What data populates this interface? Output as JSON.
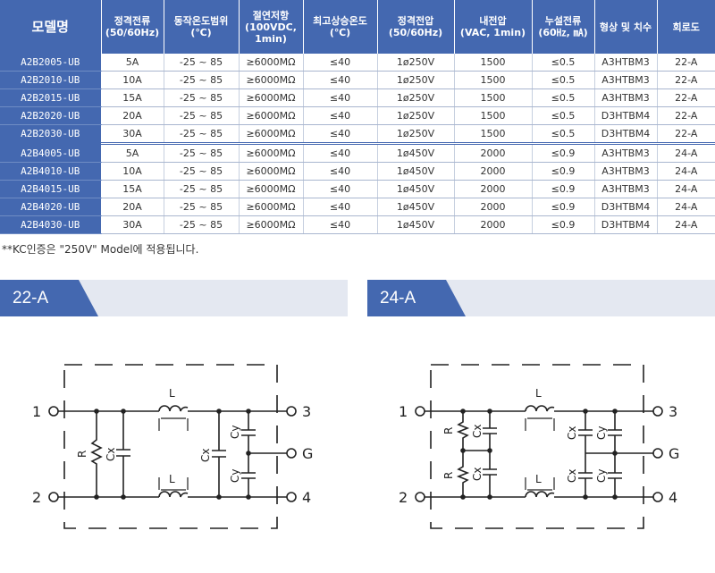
{
  "table": {
    "headers": [
      "모델명",
      "정격전류\n(50/60Hz)",
      "동작온도범위\n(℃)",
      "절연저항\n(100VDC,\n1min)",
      "최고상승온도\n(℃)",
      "정격전압\n(50/60Hz)",
      "내전압\n(VAC, 1min)",
      "누설전류\n(60㎐, ㎃)",
      "형상 및 치수",
      "회로도"
    ],
    "group1": [
      [
        "A2B2005-UB",
        "5A",
        "-25 ~ 85",
        "≥6000MΩ",
        "≤40",
        "1ø250V",
        "1500",
        "≤0.5",
        "A3HTBM3",
        "22-A"
      ],
      [
        "A2B2010-UB",
        "10A",
        "-25 ~ 85",
        "≥6000MΩ",
        "≤40",
        "1ø250V",
        "1500",
        "≤0.5",
        "A3HTBM3",
        "22-A"
      ],
      [
        "A2B2015-UB",
        "15A",
        "-25 ~ 85",
        "≥6000MΩ",
        "≤40",
        "1ø250V",
        "1500",
        "≤0.5",
        "A3HTBM3",
        "22-A"
      ],
      [
        "A2B2020-UB",
        "20A",
        "-25 ~ 85",
        "≥6000MΩ",
        "≤40",
        "1ø250V",
        "1500",
        "≤0.5",
        "D3HTBM4",
        "22-A"
      ],
      [
        "A2B2030-UB",
        "30A",
        "-25 ~ 85",
        "≥6000MΩ",
        "≤40",
        "1ø250V",
        "1500",
        "≤0.5",
        "D3HTBM4",
        "22-A"
      ]
    ],
    "group2": [
      [
        "A2B4005-UB",
        "5A",
        "-25 ~ 85",
        "≥6000MΩ",
        "≤40",
        "1ø450V",
        "2000",
        "≤0.9",
        "A3HTBM3",
        "24-A"
      ],
      [
        "A2B4010-UB",
        "10A",
        "-25 ~ 85",
        "≥6000MΩ",
        "≤40",
        "1ø450V",
        "2000",
        "≤0.9",
        "A3HTBM3",
        "24-A"
      ],
      [
        "A2B4015-UB",
        "15A",
        "-25 ~ 85",
        "≥6000MΩ",
        "≤40",
        "1ø450V",
        "2000",
        "≤0.9",
        "A3HTBM3",
        "24-A"
      ],
      [
        "A2B4020-UB",
        "20A",
        "-25 ~ 85",
        "≥6000MΩ",
        "≤40",
        "1ø450V",
        "2000",
        "≤0.9",
        "D3HTBM4",
        "24-A"
      ],
      [
        "A2B4030-UB",
        "30A",
        "-25 ~ 85",
        "≥6000MΩ",
        "≤40",
        "1ø450V",
        "2000",
        "≤0.9",
        "D3HTBM4",
        "24-A"
      ]
    ]
  },
  "note": "**KC인증은 \"250V\" Model에 적용됩니다.",
  "colors": {
    "header_bg": "#4468b0",
    "section_bar_bg": "#e4e8f1",
    "line": "#222222"
  },
  "sections": [
    {
      "tag": "22-A",
      "terminals": {
        "t1": "1",
        "t2": "2",
        "t3": "3",
        "t4": "4",
        "tg": "G"
      },
      "components": {
        "l_top": "L",
        "l_bottom": "L",
        "r": "R",
        "cx_left": "Cx",
        "cx_right": "Cx",
        "cy_top": "Cy",
        "cy_bottom": "Cy"
      }
    },
    {
      "tag": "24-A",
      "terminals": {
        "t1": "1",
        "t2": "2",
        "t3": "3",
        "t4": "4",
        "tg": "G"
      },
      "components": {
        "l_top": "L",
        "l_bottom": "L",
        "r_top": "R",
        "r_bottom": "R",
        "cx_left_top": "Cx",
        "cx_left_bottom": "Cx",
        "cx_right_top": "Cx",
        "cx_right_bottom": "Cx",
        "cy_top": "Cy",
        "cy_bottom": "Cy"
      }
    }
  ]
}
